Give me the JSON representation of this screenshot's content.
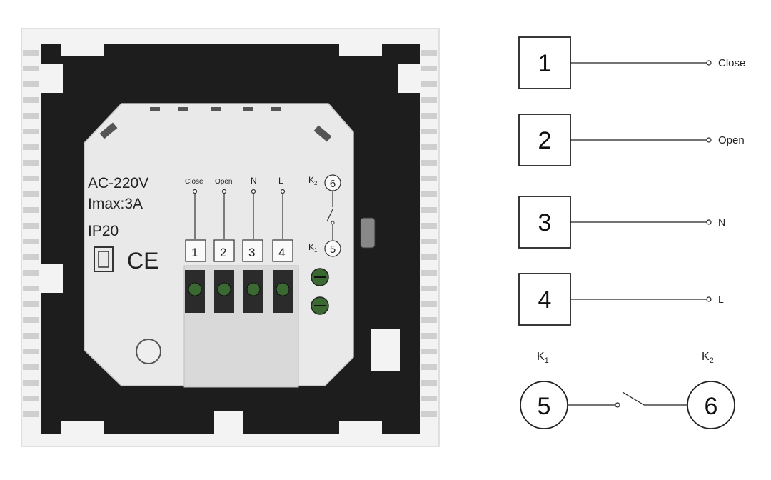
{
  "device": {
    "rating_voltage": "AC-220V",
    "rating_current": "Imax:3A",
    "protection": "IP20",
    "ce_mark": "CE",
    "terminal_labels": [
      "Close",
      "Open",
      "N",
      "L"
    ],
    "terminal_numbers": [
      "1",
      "2",
      "3",
      "4"
    ],
    "relay_numbers": [
      "6",
      "5"
    ],
    "relay_labels": [
      "K",
      "K"
    ],
    "relay_subs": [
      "2",
      "1"
    ],
    "colors": {
      "frame": "#f2f2f2",
      "body": "#1d1d1d",
      "module": "#e9e9e9",
      "screw": "#3a6a32"
    }
  },
  "wiring": {
    "terminals": [
      {
        "number": "1",
        "label": "Close"
      },
      {
        "number": "2",
        "label": "Open"
      },
      {
        "number": "3",
        "label": "N"
      },
      {
        "number": "4",
        "label": "L"
      }
    ],
    "relay": {
      "k1": {
        "number": "5",
        "label": "K",
        "sub": "1"
      },
      "k2": {
        "number": "6",
        "label": "K",
        "sub": "2"
      }
    }
  }
}
